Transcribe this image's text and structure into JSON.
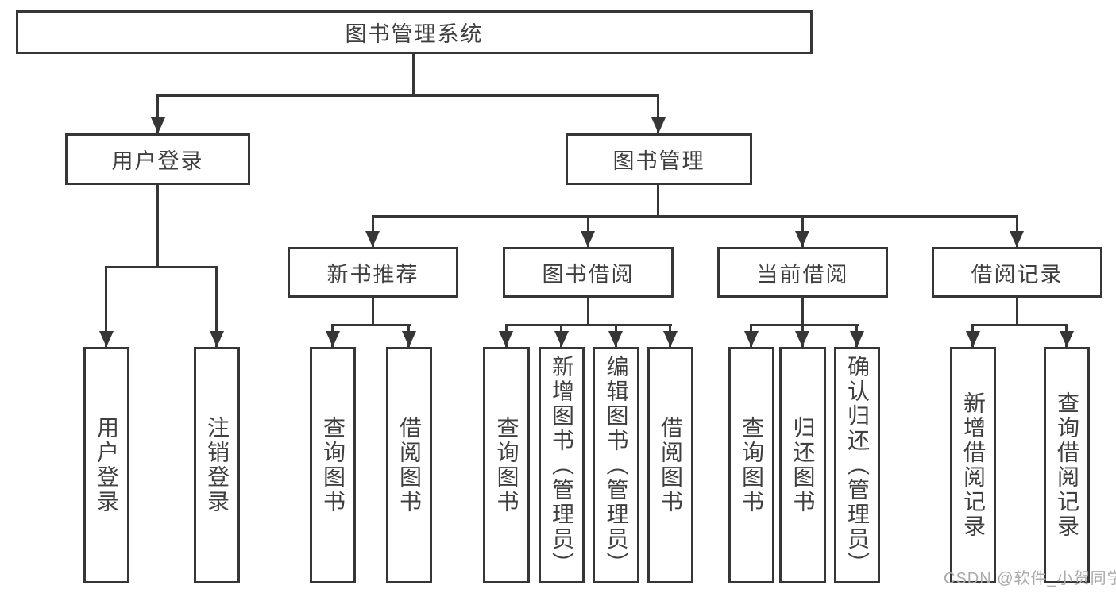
{
  "page": {
    "background": "#ffffff"
  },
  "colors": {
    "line": "#363636",
    "box_border": "#363636",
    "box_fill": "#ffffff",
    "text": "#3f3f3f"
  },
  "watermark": {
    "text": "CSDN @软件_小贺同学",
    "color": "#ababab"
  },
  "tree": {
    "label": "图书管理系统",
    "children": [
      {
        "label": "用户登录",
        "children": [
          {
            "label": "用户登录"
          },
          {
            "label": "注销登录"
          }
        ]
      },
      {
        "label": "图书管理",
        "children": [
          {
            "label": "新书推荐",
            "children": [
              {
                "label": "查询图书"
              },
              {
                "label": "借阅图书"
              }
            ]
          },
          {
            "label": "图书借阅",
            "children": [
              {
                "label": "查询图书"
              },
              {
                "label": "新增图书（管理员）"
              },
              {
                "label": "编辑图书（管理员）"
              },
              {
                "label": "借阅图书"
              }
            ]
          },
          {
            "label": "当前借阅",
            "children": [
              {
                "label": "查询图书"
              },
              {
                "label": "归还图书"
              },
              {
                "label": "确认归还（管理员）"
              }
            ]
          },
          {
            "label": "借阅记录",
            "children": [
              {
                "label": "新增借阅记录"
              },
              {
                "label": "查询借阅记录"
              }
            ]
          }
        ]
      }
    ]
  }
}
